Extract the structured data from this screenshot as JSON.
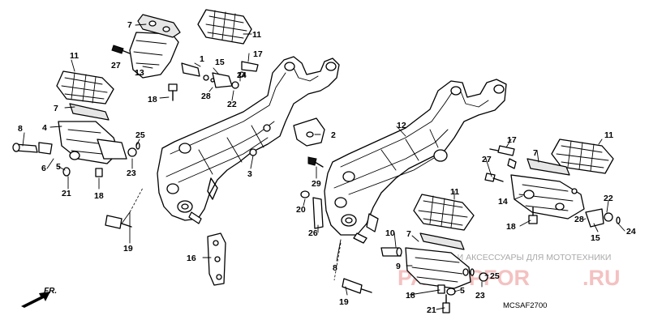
{
  "diagram_code": "MCSAF2700",
  "direction_label": "FR.",
  "watermark": {
    "small": "ЗАПЧАСТИ И АКСЕССУАРЫ ДЛЯ МОТОТЕХНИКИ",
    "big_left": "PAR",
    "big_mid": "PFOR",
    "big_right": ".RU"
  },
  "callouts": {
    "left": {
      "c7a": "7",
      "c11a": "11",
      "c27a": "27",
      "c1": "1",
      "c13": "13",
      "c15": "15",
      "c17a": "17",
      "c11b": "11",
      "c24a": "24",
      "c7b": "7",
      "c18a": "18",
      "c28a": "28",
      "c22a": "22",
      "c8a": "8",
      "c4": "4",
      "c25a": "25",
      "c2": "2",
      "c6": "6",
      "c5a": "5",
      "c23a": "23",
      "c21a": "21",
      "c18b": "18",
      "c3": "3",
      "c29": "29",
      "c19a": "19",
      "c16": "16"
    },
    "right": {
      "c12": "12",
      "c17b": "17",
      "c11c": "11",
      "c27b": "27",
      "c7c": "7",
      "c14": "14",
      "c11d": "11",
      "c22b": "22",
      "c20": "20",
      "c18c": "18",
      "c28b": "28",
      "c24b": "24",
      "c26": "26",
      "c15b": "15",
      "c10": "10",
      "c7d": "7",
      "c8b": "8",
      "c9": "9",
      "c25b": "25",
      "c18d": "18",
      "c5b": "5",
      "c23b": "23",
      "c19b": "19",
      "c21b": "21"
    }
  }
}
